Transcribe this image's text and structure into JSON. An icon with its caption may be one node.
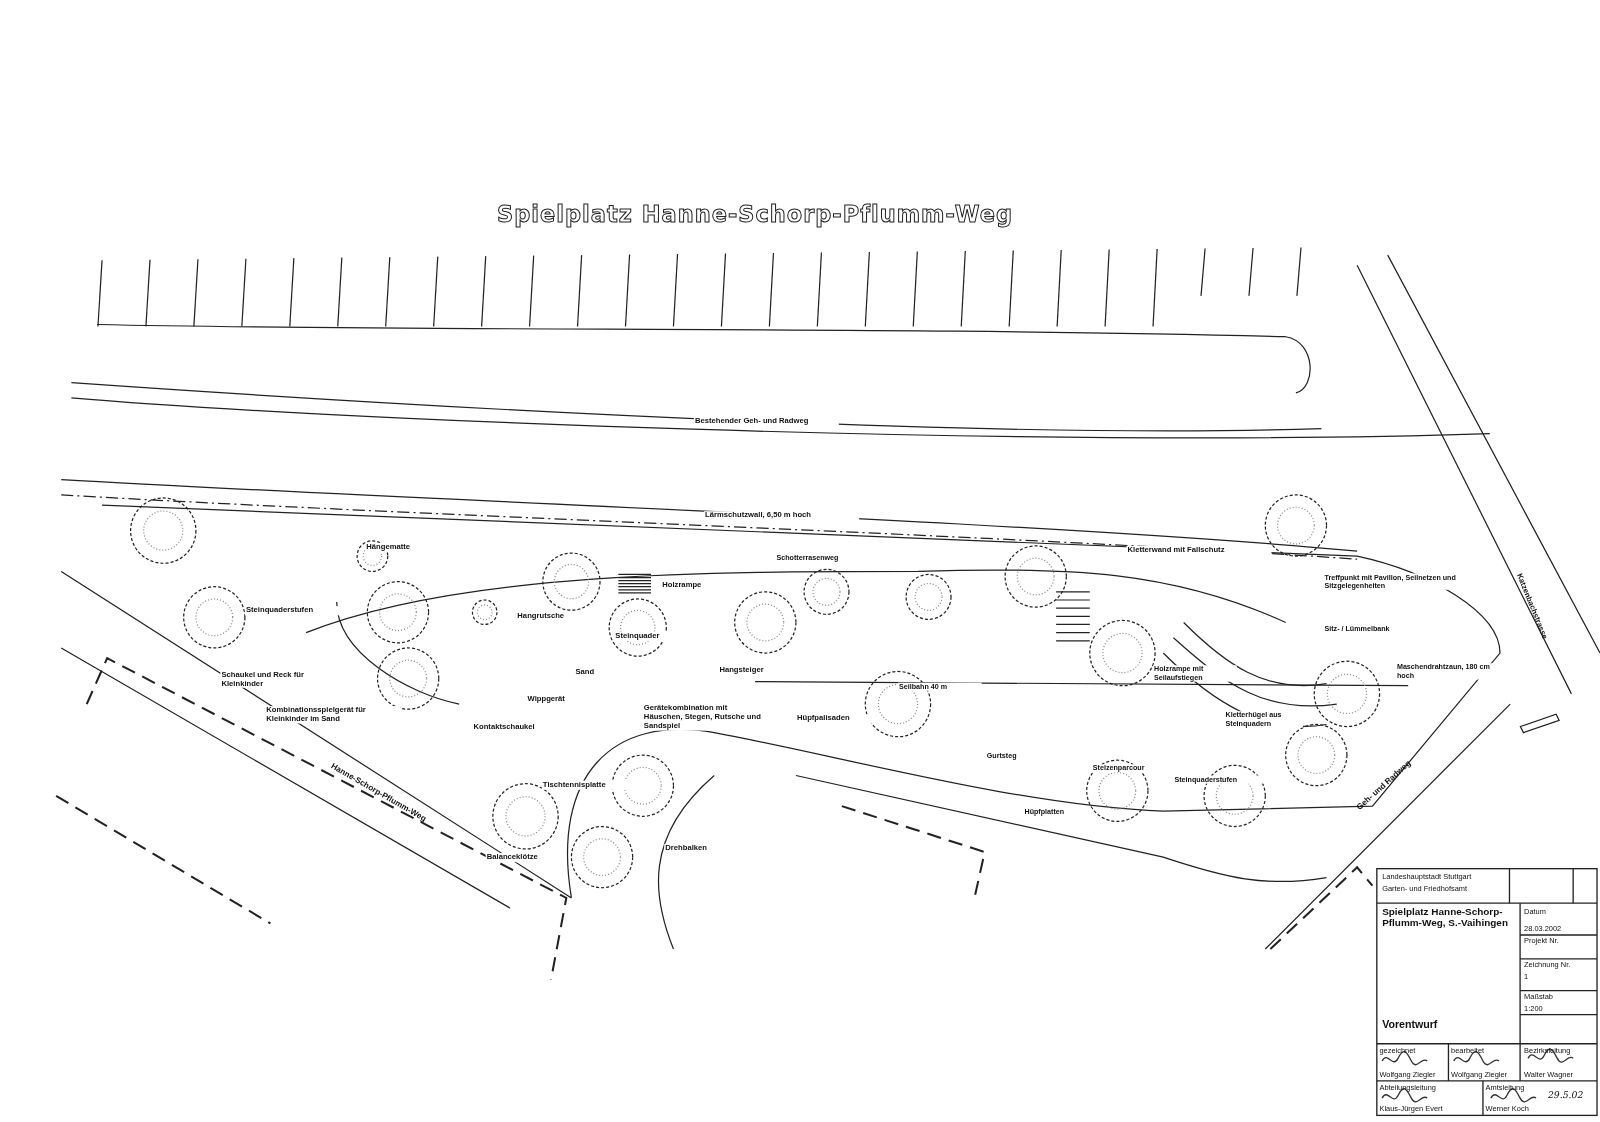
{
  "diagram": {
    "title": "Spielplatz Hanne-Schorp-Pflumm-Weg",
    "labels": [
      "Bestehender Geh- und Radweg",
      "Lärmschutzwall, 6,50 m hoch",
      "Hängematte",
      "Schotterrasenweg",
      "Kletterwand mit Fallschutz",
      "Treffpunkt mit Pavillon, Seilnetzen und Sitzgelegenheiten",
      "Steinquaderstufen",
      "Holzrampe",
      "Hangrutsche",
      "Steinquader",
      "Sitz- / Lümmelbank",
      "Holzrampe mit Seilaufstiegen",
      "Maschendrahtzaun, 180 cm hoch",
      "Sand",
      "Hangsteiger",
      "Seilbahn 40 m",
      "Schaukel und Reck für Kleinkinder",
      "Wippgerät",
      "Kombinationsspielgerät für Kleinkinder im Sand",
      "Gerätekombination mit Häuschen, Stegen, Rutsche und Sandspiel",
      "Hüpfpalisaden",
      "Kletterhügel aus Steinquadern",
      "Kontaktschaukel",
      "Gurtsteg",
      "Stelzenparcour",
      "Steinquaderstufen",
      "Hüpfplatten",
      "Tischtennisplatte",
      "Drehbalken",
      "Balanceklötze",
      "Hanne-Schorp-Pflumm-Weg",
      "Geh- und Radweg",
      "Katzenbachstrasse",
      "Landeshauptstadt Stuttgart",
      "Garten- und Friedhofsamt",
      "Spielplatz Hanne-Schorp-Pflumm-Weg, S.-Vaihingen",
      "Datum",
      "28.03.2002",
      "Projekt Nr.",
      "Zeichnung Nr.",
      "1",
      "Maßstab",
      "1:200",
      "Vorentwurf",
      "gezeichnet",
      "bearbeitet",
      "Bezirksleitung",
      "Wolfgang Ziegler",
      "Wolfgang Ziegler",
      "Walter Wagner",
      "Abteilungsleitung",
      "Amtsleitung",
      "Klaus-Jürgen Evert",
      "Werner Koch",
      "29.5.02"
    ]
  }
}
